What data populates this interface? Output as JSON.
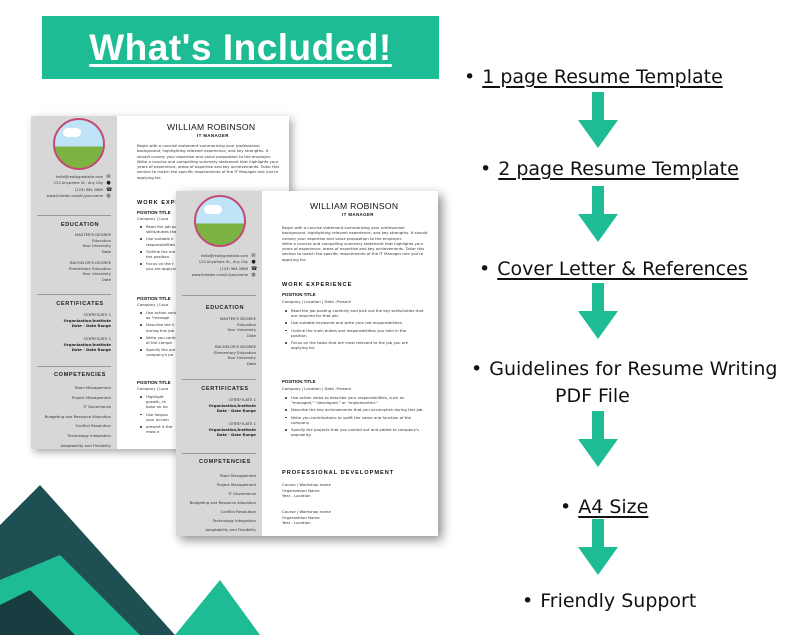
{
  "banner": {
    "title": "What's Included!"
  },
  "colors": {
    "accent": "#1ebc94",
    "dark_teal": "#1e4f52",
    "resume_sidebar": "#d7d7d7"
  },
  "included": {
    "items": [
      "1 page Resume Template",
      "2  page Resume Template",
      "Cover Letter & References",
      "Guidelines for Resume Writing",
      "A4 Size ",
      "Friendly Support"
    ],
    "item4_line2": "PDF File",
    "bullet": "•",
    "arrow_icon": "arrow-down-icon"
  },
  "resume": {
    "name": "WILLIAM ROBINSON",
    "job_title": "IT MANAGER",
    "summary": "Begin with a concise statement summarizing your professional background, highlighting relevant experience, and key strengths. It should convey your expertise and value proposition to the employer.",
    "summary2": "Write a concise and compelling summary statement that highlights your years of experience, areas of expertise and key achievements. Tailor this section to match the specific requirements of the IT Manager role you're applying for.",
    "contact": {
      "email": "hello@reallygreatsite.com",
      "address": "123 Anywhere St., Any City",
      "phone": "(123) 964 2689",
      "web": "www.linkedin.com/in/yourname"
    },
    "sections": {
      "work": "WORK EXPERIENCE",
      "education": "EDUCATION",
      "certificates": "CERTIFICATES",
      "competencies": "COMPETENCIES",
      "pro_dev": "PROFESSIONAL DEVELOPMENT"
    },
    "education": [
      [
        "MASTER'S DEGREE",
        "Education",
        "Your University",
        "Date"
      ],
      [
        "BACHELOR'S DEGREE",
        "Elementary Education",
        "Your University",
        "Date"
      ]
    ],
    "certificates": [
      [
        "CERTIFICATE 1",
        "Organization/Institute",
        "Date - Date Range"
      ],
      [
        "CERTIFICATE 1",
        "Organization/Institute",
        "Date - Date Range"
      ]
    ],
    "competencies": [
      "Team Management",
      "Project Management",
      "IT Governance",
      "Budgeting and Resource Allocation",
      "Conflict Resolution",
      "Technology Integration",
      "Adaptability and Flexibility"
    ],
    "position_title": "POSITION TITLE",
    "company_line": "Company  |  Location  |  Date -Present",
    "job1_bullets": [
      "Read the job posting carefully and pick out the key skills/duties that are required for that job.",
      "Use suitable keywords and write your job responsibilities.",
      "Outline the main duties and responsibilities you held in the position.",
      "Focus on the tasks that are most relevant to the job you are applying for."
    ],
    "job2_bullets": [
      "Use action verbs to describe your responsibilities, such as \"managed,\" \"developed,\" or \"implemented.\"",
      "Describe the key achievements that you accomplish during this job.",
      "Write you contributions to uplift the name and function of the company.",
      "Specify the projects that you carried out and added to company's popularity."
    ],
    "back_visible": {
      "work": "WORK EXPER",
      "position_title": "POSITION TITLE",
      "company": "Company  |  Loca",
      "job1": [
        "Read the job po skills/duties tha",
        "Use suitable k responsibilities",
        "Outline the ma the position.",
        "Focus on the t you are applyin"
      ],
      "position_title2": "POSITION TITLE",
      "company2": "Company  |  Loca",
      "job2": [
        "Use action verb as \"manage",
        "Describe the k during this job",
        "Write you contr of the compa",
        "Specify the pro company's po"
      ],
      "position_title3": "POSITION TITLE",
      "company3": "Company  |  Loca",
      "job3": [
        "Highlight growth, re base on inc",
        "Use langua your accom",
        "present it the most e"
      ]
    },
    "courses": [
      [
        "Course / Workshop name",
        "Organization Name",
        "Year - Location"
      ],
      [
        "Course / Workshop name",
        "Organization Name",
        "Year - Location"
      ]
    ]
  }
}
